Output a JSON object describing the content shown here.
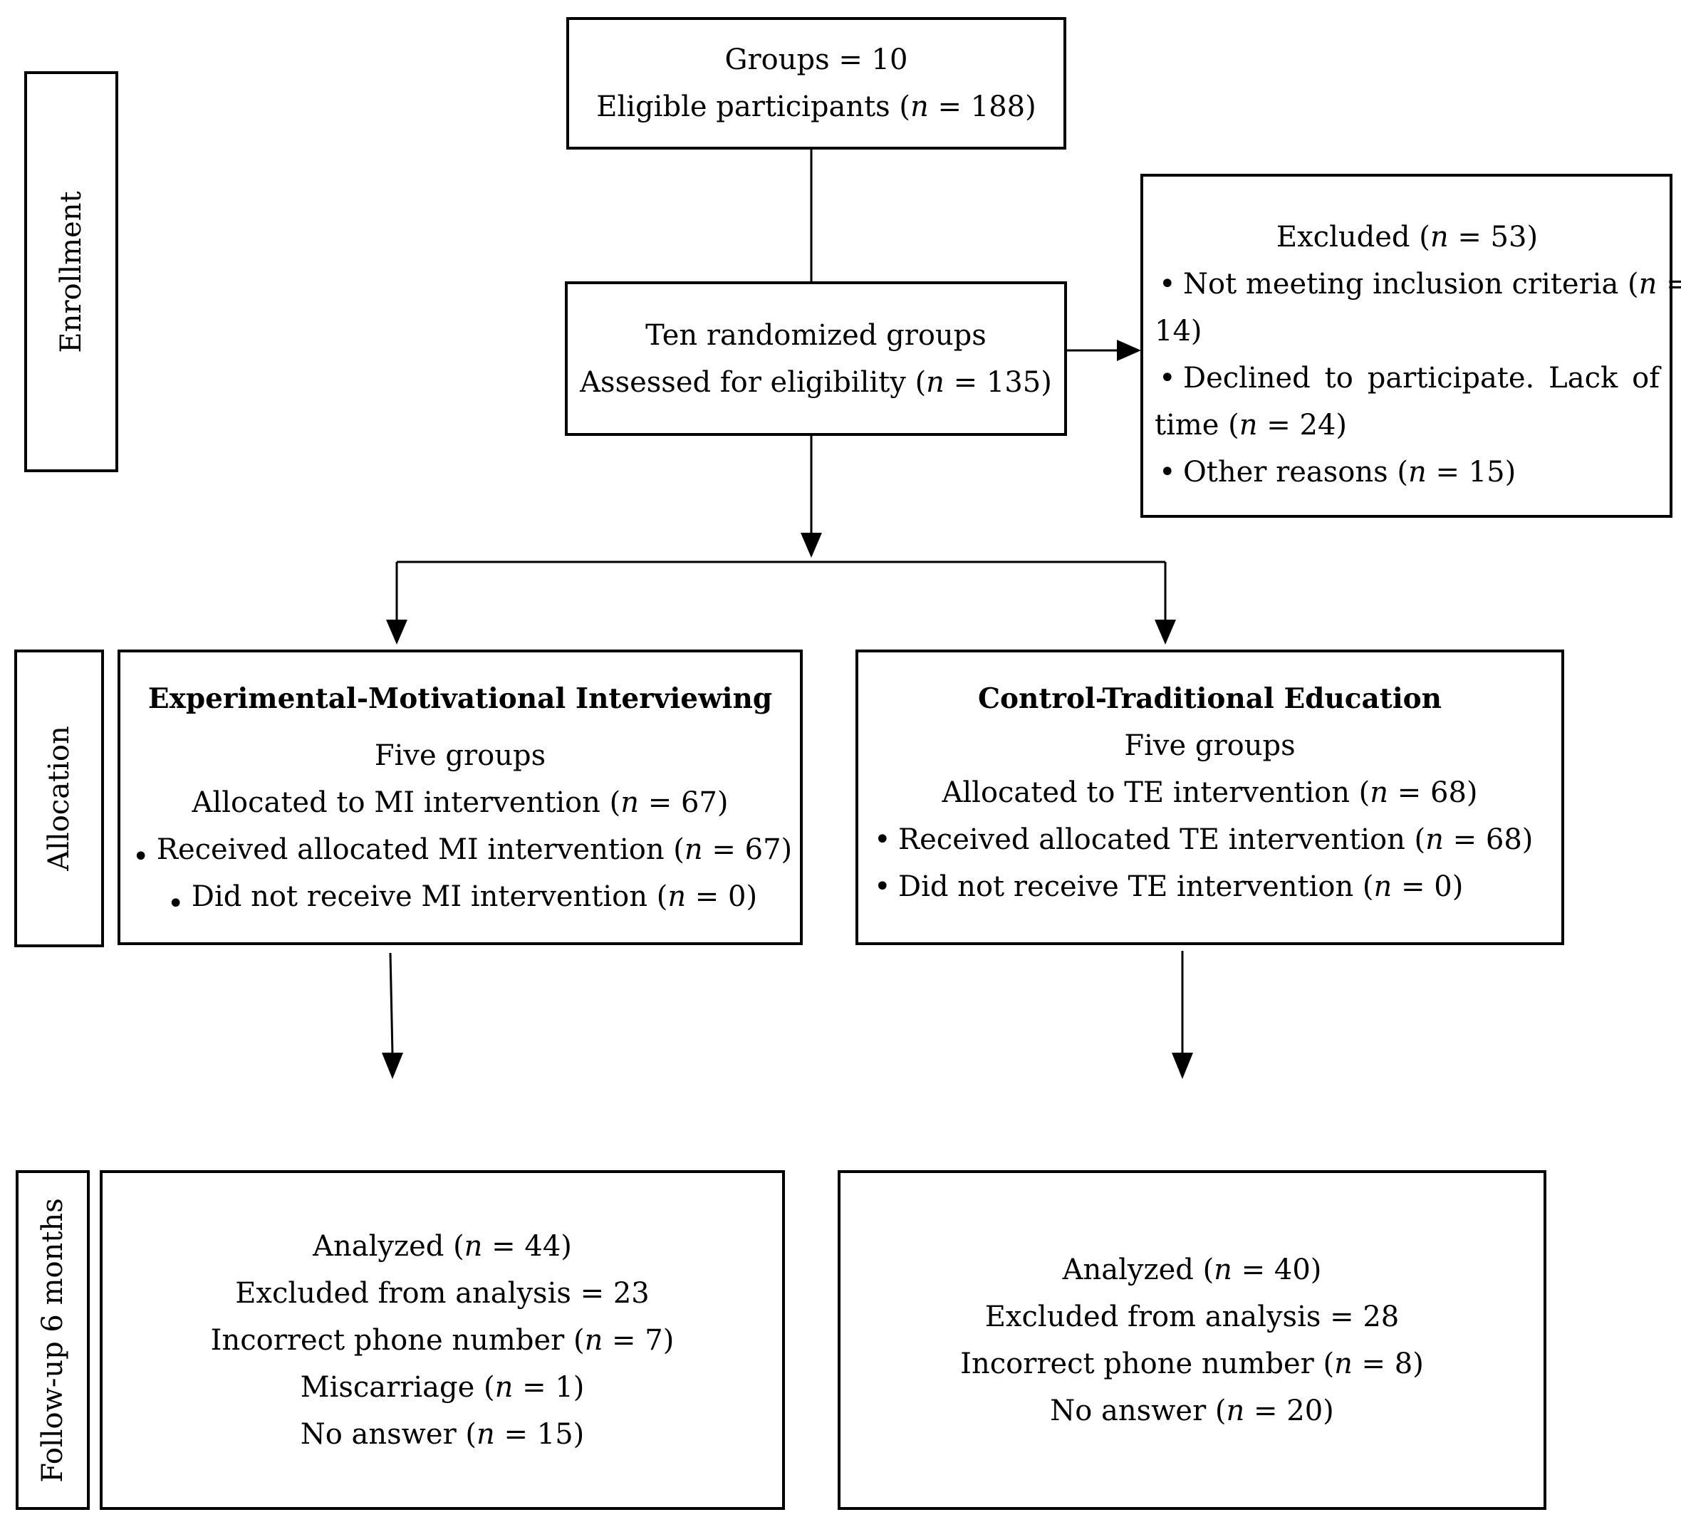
{
  "stages": {
    "enrollment": "Enrollment",
    "allocation": "Allocation",
    "followup": "Follow-up 6 months"
  },
  "top_box": {
    "line1": "Groups = 10",
    "line2_pre": "Eligible participants (",
    "n": "n",
    "line2_post": " = 188)"
  },
  "randomized_box": {
    "line1": "Ten randomized groups",
    "line2_pre": "Assessed for eligibility (",
    "n": "n",
    "line2_post": " = 135)"
  },
  "excluded_box": {
    "title_pre": "Excluded (",
    "n": "n",
    "title_post": " = 53)",
    "b1_text": "Not meeting inclusion criteria (",
    "b1_post": " =",
    "b1_cont": "14)",
    "b2_text": "Declined to participate. Lack of",
    "b2_cont_pre": "time (",
    "b2_cont_post": " = 24)",
    "b3_text": "Other reasons (",
    "b3_post": " = 15)"
  },
  "mi_box": {
    "title": "Experimental-Motivational Interviewing",
    "l1": "Five groups",
    "l2_pre": "Allocated to MI intervention (",
    "l2_post": " = 67)",
    "l3_pre": "Received allocated MI intervention (",
    "l3_post": " = 67)",
    "l4_pre": "Did not receive MI intervention (",
    "l4_post": " = 0)",
    "n": "n"
  },
  "te_box": {
    "title": "Control-Traditional Education",
    "l1": "Five groups",
    "l2_pre": "Allocated to TE intervention (",
    "l2_post": " = 68)",
    "l3_pre": "Received allocated TE intervention (",
    "l3_post": " = 68)",
    "l4_pre": "Did not receive TE intervention (",
    "l4_post": " = 0)",
    "n": "n"
  },
  "mi_followup": {
    "l1_pre": "Analyzed (",
    "l1_post": " = 44)",
    "l2": "Excluded from analysis = 23",
    "l3_pre": "Incorrect phone number (",
    "l3_post": " = 7)",
    "l4_pre": "Miscarriage (",
    "l4_post": " = 1)",
    "l5_pre": "No answer (",
    "l5_post": " = 15)",
    "n": "n"
  },
  "te_followup": {
    "l1_pre": "Analyzed (",
    "l1_post": " = 40)",
    "l2": "Excluded from analysis = 28",
    "l3_pre": "Incorrect phone number (",
    "l3_post": " = 8)",
    "l4_pre": "No answer (",
    "l4_post": " = 20)",
    "n": "n"
  }
}
